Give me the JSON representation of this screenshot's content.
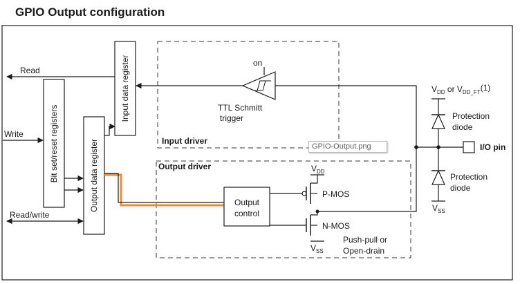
{
  "title": "GPIO Output configuration",
  "labels": {
    "read": "Read",
    "write": "Write",
    "read_write": "Read/write",
    "bit_set_reset_registers": "Bit set/reset registers",
    "output_data_register": "Output data register",
    "input_data_register": "Input data register",
    "on": "on",
    "ttl_line1": "TTL Schmitt",
    "ttl_line2": "trigger",
    "input_driver": "Input driver",
    "output_driver": "Output driver",
    "output_control_line1": "Output",
    "output_control_line2": "control",
    "p_mos": "P-MOS",
    "n_mos": "N-MOS",
    "push_pull_line1": "Push-pull or",
    "push_pull_line2": "Open-drain",
    "vdd_base": "V",
    "vdd_sub": "DD",
    "vss_base": "V",
    "vss_sub": "SS",
    "top_supply_vdd_base": "V",
    "top_supply_vdd_sub": "DD",
    "top_supply_or": " or V",
    "top_supply_ft_sub": "DD_FT",
    "top_supply_note": "(1)",
    "protection_diode_line1": "Protection",
    "protection_diode_line2": "diode",
    "io_pin": "I/O pin"
  },
  "tooltip": "GPIO-Output.png",
  "colors": {
    "line": "#1a1a1a",
    "highlight_path": "#f08a2c",
    "dashed_border": "#333333"
  }
}
